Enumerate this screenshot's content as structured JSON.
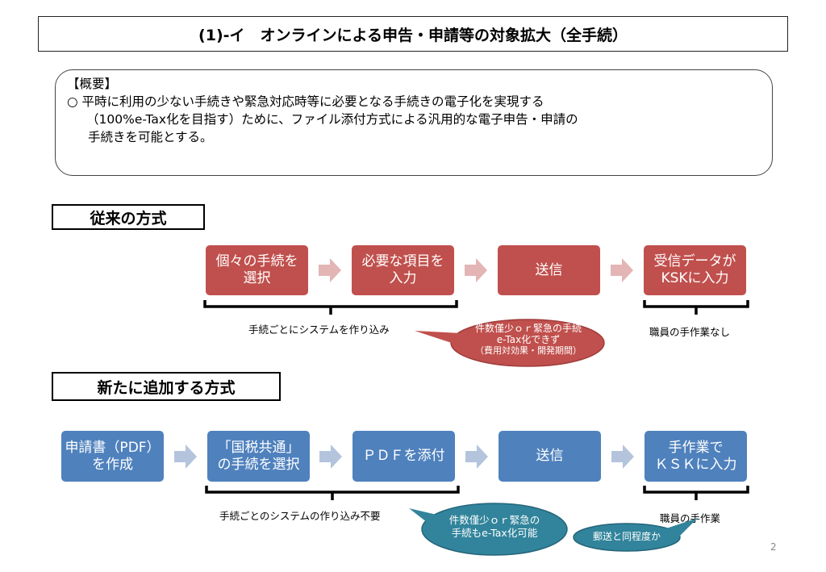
{
  "title": "(1)-イ　オンラインによる申告・申請等の対象拡大（全手続）",
  "summary": {
    "heading": "【概要】",
    "lines": [
      "○ 平時に利用の少ない手続きや緊急対応時等に必要となる手続きの電子化を実現する",
      "（100%e-Tax化を目指す）ために、ファイル添付方式による汎用的な電子申告・申請の",
      "手続きを可能とする。"
    ]
  },
  "conventional": {
    "label": "従来の方式",
    "color": "#c0504d",
    "arrow_color": "#e3b5b4",
    "steps": [
      {
        "line1": "個々の手続を",
        "line2": "選択"
      },
      {
        "line1": "必要な項目を",
        "line2": "入力"
      },
      {
        "line1": "送信",
        "line2": ""
      },
      {
        "line1": "受信データが",
        "line2": "KSKに入力"
      }
    ],
    "bracket_caption_left": "手続ごとにシステムを作り込み",
    "bracket_caption_right": "職員の手作業なし",
    "callout": {
      "line1": "件数僅少ｏｒ緊急の手続",
      "line2": "e-Tax化できず",
      "line3": "（費用対効果・開発期間）"
    }
  },
  "new_method": {
    "label": "新たに追加する方式",
    "color": "#4f81bd",
    "arrow_color": "#b4c4dd",
    "steps": [
      {
        "line1": "申請書（PDF）",
        "line2": "を作成"
      },
      {
        "line1": "「国税共通」",
        "line2": "の手続を選択"
      },
      {
        "line1": "ＰＤＦを添付",
        "line2": ""
      },
      {
        "line1": "送信",
        "line2": ""
      },
      {
        "line1": "手作業で",
        "line2": "ＫＳＫに入力"
      }
    ],
    "bracket_caption_left": "手続ごとのシステムの作り込み不要",
    "bracket_caption_right": "職員の手作業",
    "callout_1": {
      "line1": "件数僅少ｏｒ緊急の",
      "line2": "手続もe-Tax化可能"
    },
    "callout_2": {
      "line1": "郵送と同程度か"
    },
    "callout_color": "#31849b"
  },
  "page_number": "2"
}
